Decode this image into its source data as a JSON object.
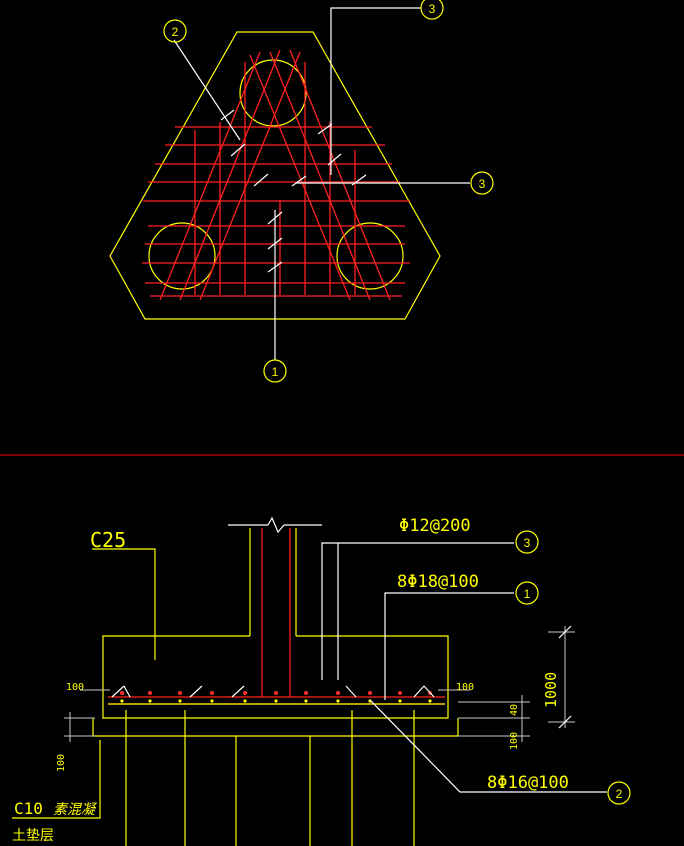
{
  "colors": {
    "background": "#000000",
    "outline": "#ffff00",
    "rebar": "#ff2020",
    "column": "#ffffff",
    "dimension": "#c8c8c8",
    "separator": "#ff0000"
  },
  "plan_view": {
    "callouts": [
      {
        "id": "plan-callout-2",
        "num": "2"
      },
      {
        "id": "plan-callout-3-top",
        "num": "3"
      },
      {
        "id": "plan-callout-3-right",
        "num": "3"
      },
      {
        "id": "plan-callout-1",
        "num": "1"
      }
    ]
  },
  "section_view": {
    "concrete_grade": "C25",
    "rebar_3_spec": "Φ12@200",
    "rebar_1_spec": "8Φ18@100",
    "rebar_2_spec": "8Φ16@100",
    "callout_3": "3",
    "callout_1": "1",
    "callout_2": "2",
    "dims": {
      "height": "1000",
      "cover_left": "100",
      "cover_right": "100",
      "pile_embed": "40",
      "cushion_right": "100",
      "cushion_left": "100"
    },
    "cushion_grade": "C10",
    "cushion_material": "素混凝",
    "cushion_layer": "土垫层"
  }
}
